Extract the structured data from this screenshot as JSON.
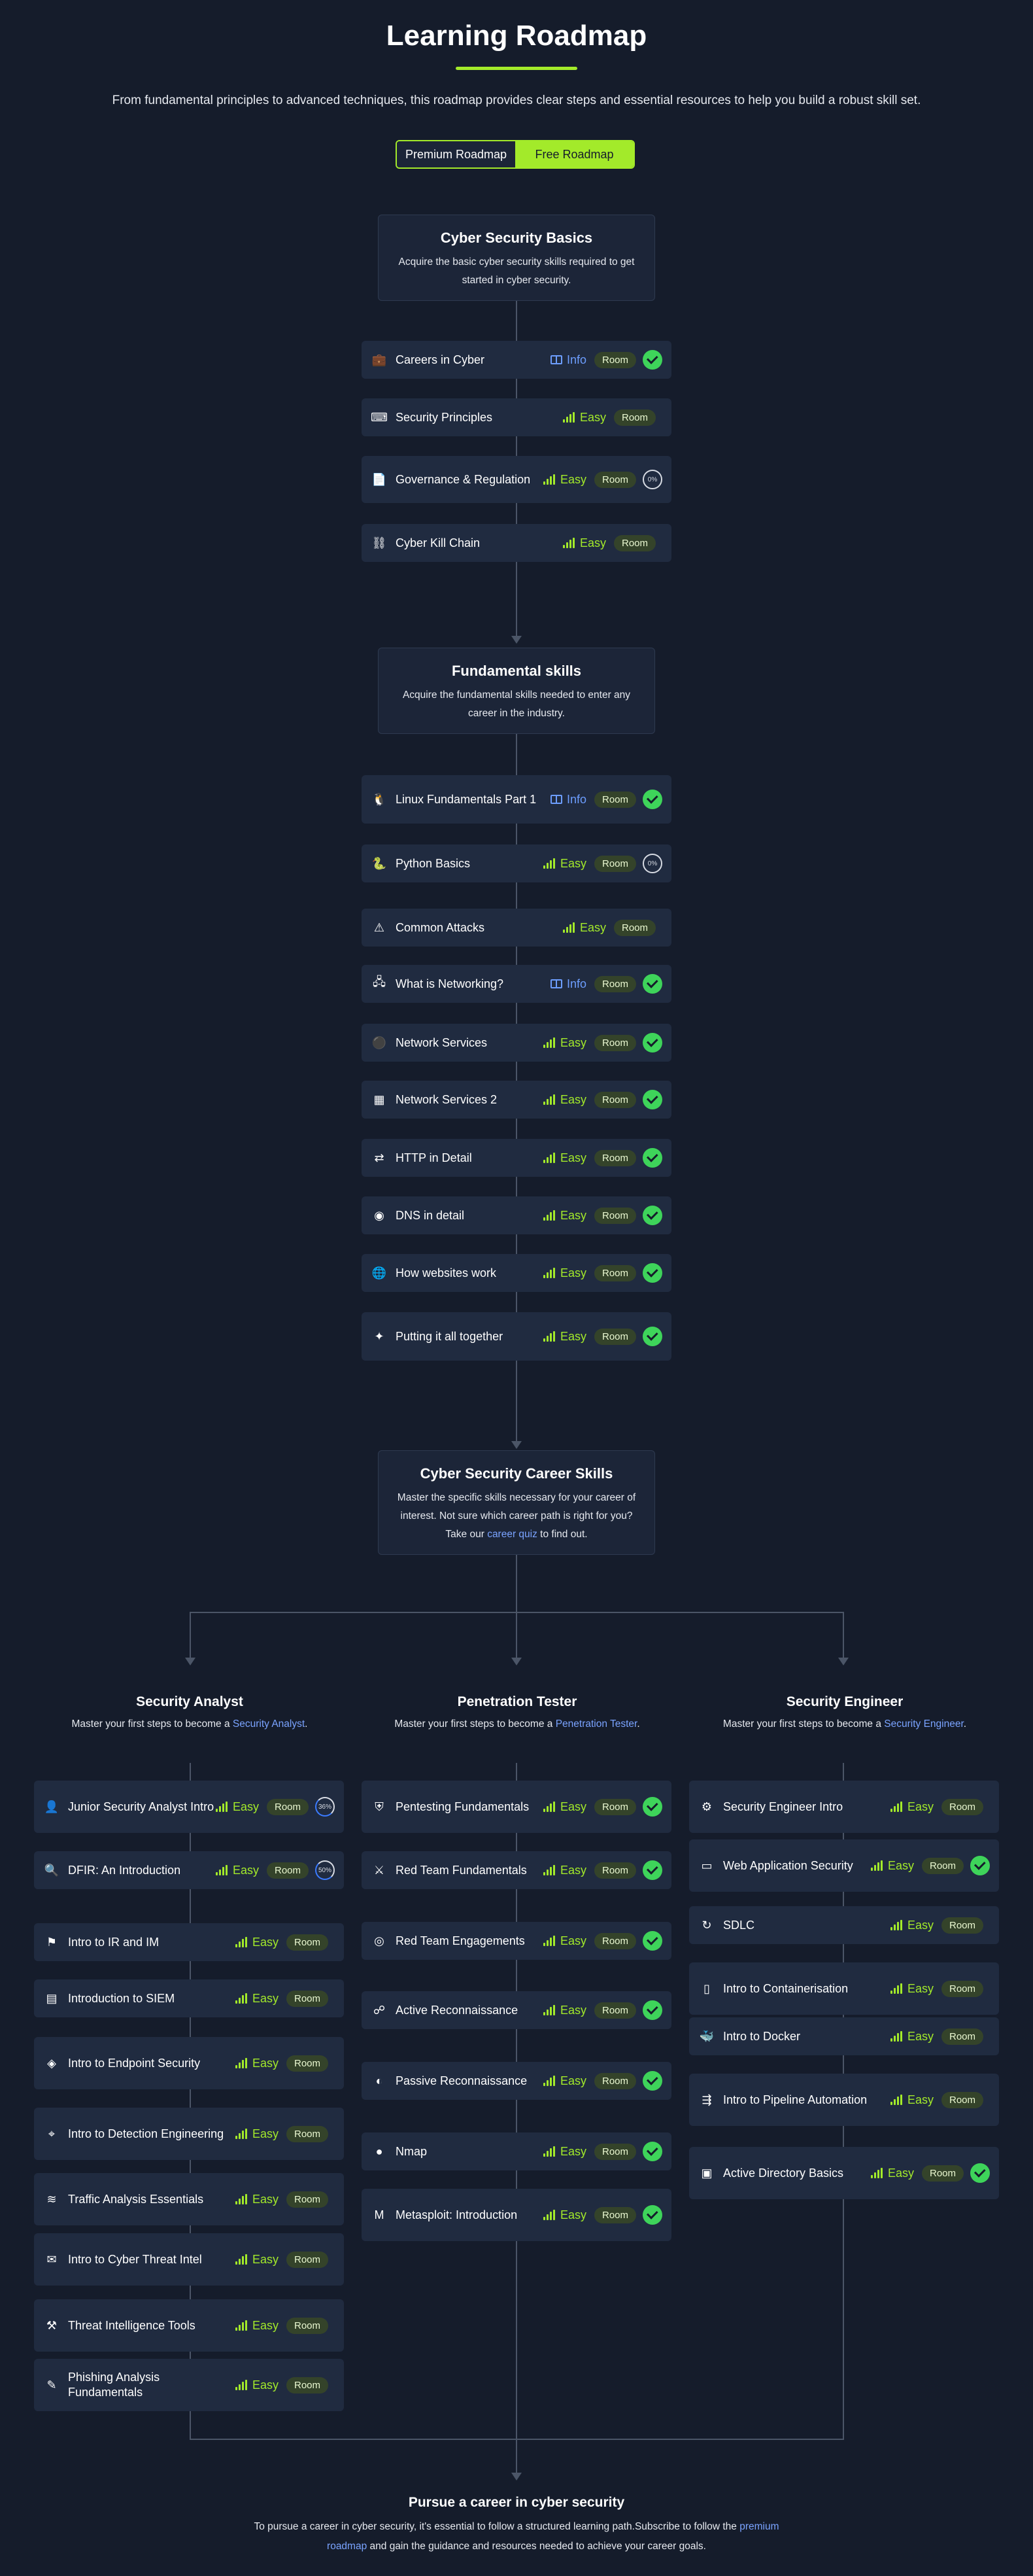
{
  "header": {
    "title": "Learning Roadmap",
    "subtitle": "From fundamental principles to advanced techniques, this roadmap provides clear steps and essential resources to help you build a robust skill set.",
    "toggle_premium": "Premium Roadmap",
    "toggle_free": "Free Roadmap",
    "accent_color": "#a3ea2a"
  },
  "sections": {
    "basics": {
      "title": "Cyber Security Basics",
      "desc": "Acquire the basic cyber security skills required to get started in cyber security."
    },
    "fundamental": {
      "title": "Fundamental skills",
      "desc": "Acquire the fundamental skills needed to enter any career in the industry."
    },
    "career": {
      "title": "Cyber Security Career Skills",
      "desc_before": "Master the specific skills necessary for your career of interest. Not sure which career path is right for you? Take our ",
      "desc_link": "career quiz",
      "desc_after": " to find out."
    }
  },
  "labels": {
    "easy": "Easy",
    "info": "Info",
    "room": "Room"
  },
  "basics_rooms": [
    {
      "name": "Careers in Cyber",
      "level": "Info",
      "status": "complete",
      "icon": "briefcase-icon"
    },
    {
      "name": "Security Principles",
      "level": "Easy",
      "status": "none",
      "icon": "terminal-icon"
    },
    {
      "name": "Governance & Regulation",
      "level": "Easy",
      "status": "progress",
      "progress": "0%",
      "icon": "document-icon"
    },
    {
      "name": "Cyber Kill Chain",
      "level": "Easy",
      "status": "none",
      "icon": "chain-icon"
    }
  ],
  "fundamental_rooms": [
    {
      "name": "Linux Fundamentals Part 1",
      "level": "Info",
      "status": "complete",
      "icon": "penguin-icon"
    },
    {
      "name": "Python Basics",
      "level": "Easy",
      "status": "progress",
      "progress": "0%",
      "icon": "python-icon"
    },
    {
      "name": "Common Attacks",
      "level": "Easy",
      "status": "none",
      "icon": "attack-icon"
    },
    {
      "name": "What is Networking?",
      "level": "Info",
      "status": "complete",
      "icon": "network-icon"
    },
    {
      "name": "Network Services",
      "level": "Easy",
      "status": "complete",
      "icon": "nodes-icon"
    },
    {
      "name": "Network Services 2",
      "level": "Easy",
      "status": "complete",
      "icon": "server-icon"
    },
    {
      "name": "HTTP in Detail",
      "level": "Easy",
      "status": "complete",
      "icon": "http-icon"
    },
    {
      "name": "DNS in detail",
      "level": "Easy",
      "status": "complete",
      "icon": "dns-icon"
    },
    {
      "name": "How websites work",
      "level": "Easy",
      "status": "complete",
      "icon": "globe-icon"
    },
    {
      "name": "Putting it all together",
      "level": "Easy",
      "status": "complete",
      "icon": "puzzle-icon"
    }
  ],
  "paths": [
    {
      "title": "Security Analyst",
      "desc_before": "Master your first steps to become a ",
      "desc_link": "Security Analyst",
      "desc_after": ".",
      "rooms": [
        {
          "name": "Junior Security Analyst Intro",
          "level": "Easy",
          "status": "progress",
          "progress": "36%",
          "icon": "analyst-icon"
        },
        {
          "name": "DFIR: An Introduction",
          "level": "Easy",
          "status": "progress",
          "progress": "50%",
          "icon": "forensics-icon"
        },
        {
          "name": "Intro to IR and IM",
          "level": "Easy",
          "status": "none",
          "icon": "incident-icon"
        },
        {
          "name": "Introduction to SIEM",
          "level": "Easy",
          "status": "none",
          "icon": "siem-icon"
        },
        {
          "name": "Intro to Endpoint Security",
          "level": "Easy",
          "status": "none",
          "icon": "endpoint-icon"
        },
        {
          "name": "Intro to Detection Engineering",
          "level": "Easy",
          "status": "none",
          "icon": "detection-icon"
        },
        {
          "name": "Traffic Analysis Essentials",
          "level": "Easy",
          "status": "none",
          "icon": "traffic-icon"
        },
        {
          "name": "Intro to Cyber Threat Intel",
          "level": "Easy",
          "status": "none",
          "icon": "intel-icon"
        },
        {
          "name": "Threat Intelligence Tools",
          "level": "Easy",
          "status": "none",
          "icon": "tools-icon"
        },
        {
          "name": "Phishing Analysis Fundamentals",
          "level": "Easy",
          "status": "none",
          "icon": "phishing-icon"
        }
      ]
    },
    {
      "title": "Penetration Tester",
      "desc_before": "Master your first steps to become a ",
      "desc_link": "Penetration Tester",
      "desc_after": ".",
      "rooms": [
        {
          "name": "Pentesting Fundamentals",
          "level": "Easy",
          "status": "complete",
          "icon": "shield-icon"
        },
        {
          "name": "Red Team Fundamentals",
          "level": "Easy",
          "status": "complete",
          "icon": "redteam-icon"
        },
        {
          "name": "Red Team Engagements",
          "level": "Easy",
          "status": "complete",
          "icon": "target-icon"
        },
        {
          "name": "Active Reconnaissance",
          "level": "Easy",
          "status": "complete",
          "icon": "recon-icon"
        },
        {
          "name": "Passive Reconnaissance",
          "level": "Easy",
          "status": "complete",
          "icon": "spy-icon"
        },
        {
          "name": "Nmap",
          "level": "Easy",
          "status": "complete",
          "icon": "nmap-icon"
        },
        {
          "name": "Metasploit: Introduction",
          "level": "Easy",
          "status": "complete",
          "icon": "metasploit-icon"
        }
      ]
    },
    {
      "title": "Security Engineer",
      "desc_before": "Master your first steps to become a ",
      "desc_link": "Security Engineer",
      "desc_after": ".",
      "rooms": [
        {
          "name": "Security Engineer Intro",
          "level": "Easy",
          "status": "none",
          "icon": "engineer-icon"
        },
        {
          "name": "Web Application Security",
          "level": "Easy",
          "status": "complete",
          "icon": "webapp-icon"
        },
        {
          "name": "SDLC",
          "level": "Easy",
          "status": "none",
          "icon": "sdlc-icon"
        },
        {
          "name": "Intro to Containerisation",
          "level": "Easy",
          "status": "none",
          "icon": "container-icon"
        },
        {
          "name": "Intro to Docker",
          "level": "Easy",
          "status": "none",
          "icon": "docker-icon"
        },
        {
          "name": "Intro to Pipeline Automation",
          "level": "Easy",
          "status": "none",
          "icon": "pipeline-icon"
        },
        {
          "name": "Active Directory Basics",
          "level": "Easy",
          "status": "complete",
          "icon": "directory-icon"
        }
      ]
    }
  ],
  "footer": {
    "title": "Pursue a career in cyber security",
    "desc_before": "To pursue a career in cyber security, it's essential to follow a structured learning path.Subscribe to follow the ",
    "desc_link": "premium roadmap",
    "desc_after": " and gain the guidance and resources needed to achieve your career goals."
  }
}
